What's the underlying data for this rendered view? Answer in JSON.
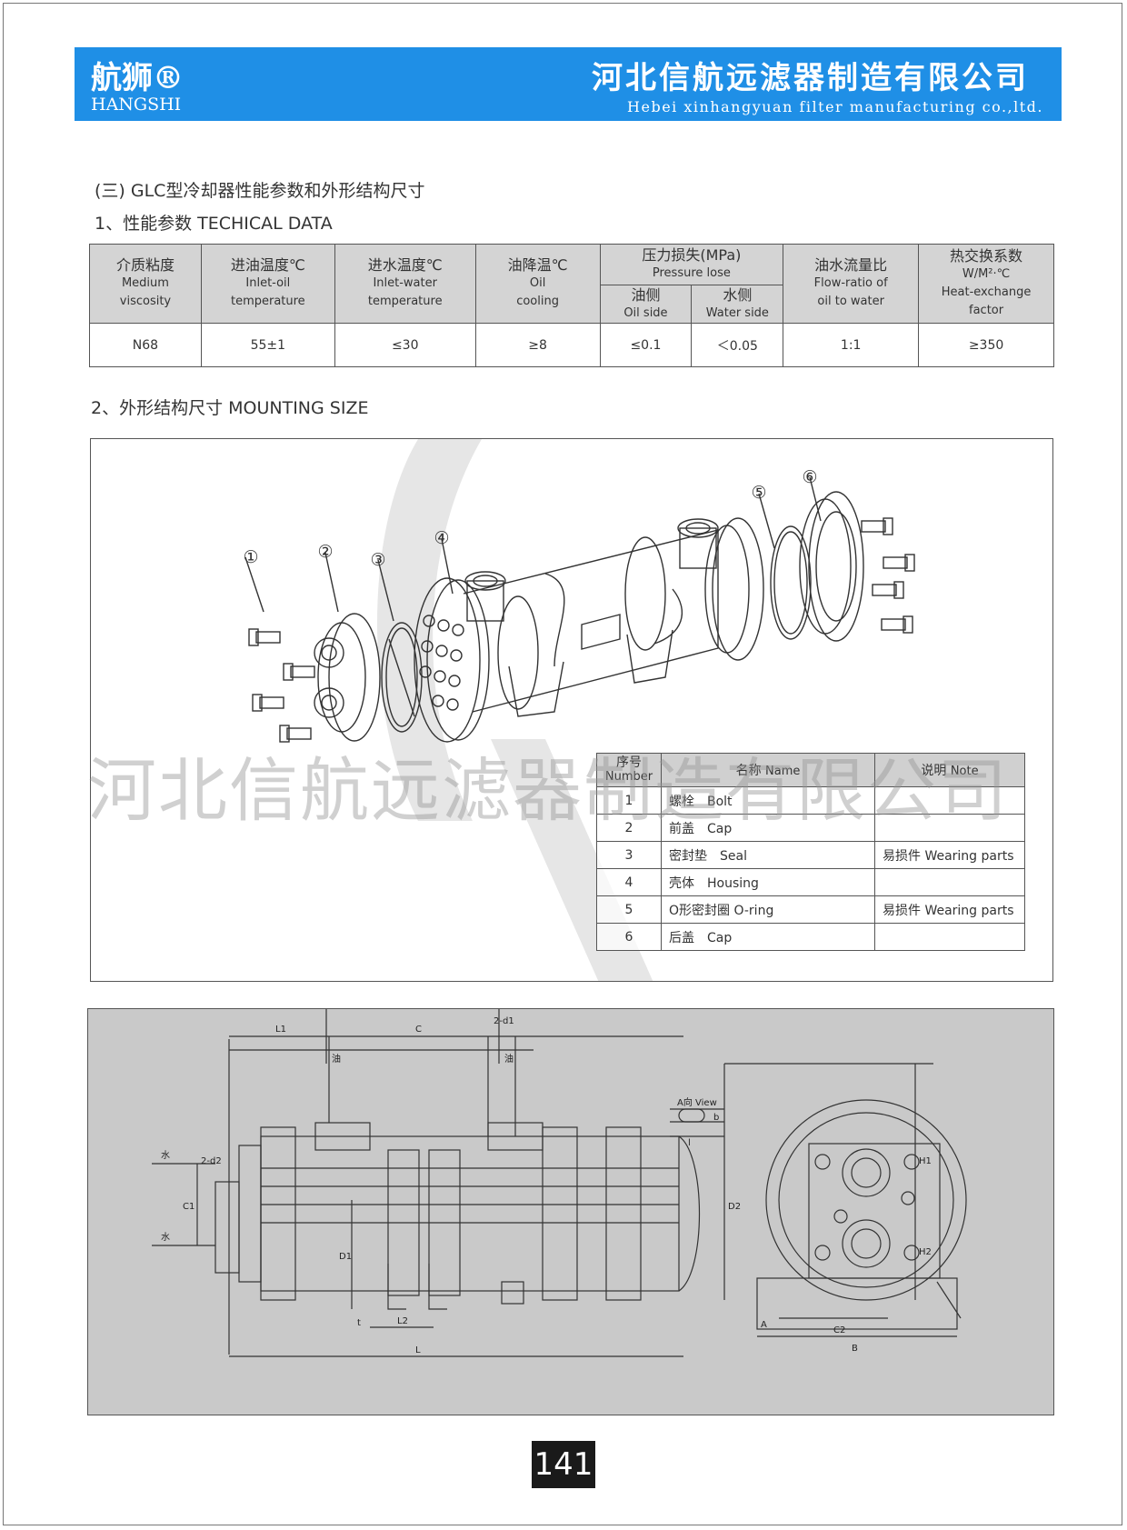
{
  "header": {
    "brand_cn": "航狮®",
    "brand_en": "HANGSHI",
    "company_cn": "河北信航远滤器制造有限公司",
    "company_en": "Hebei xinhangyuan filter manufacturing co.,ltd."
  },
  "section_title": "(三) GLC型冷却器性能参数和外形结构尺寸",
  "perf_heading": "1、性能参数 TECHICAL DATA",
  "perf_table": {
    "col1": {
      "cn": "介质粘度",
      "en1": "Medium",
      "en2": "viscosity"
    },
    "col2": {
      "cn": "进油温度℃",
      "en1": "Inlet-oil",
      "en2": "temperature"
    },
    "col3": {
      "cn": "进水温度℃",
      "en1": "Inlet-water",
      "en2": "temperature"
    },
    "col4": {
      "cn": "油降温℃",
      "en1": "Oil",
      "en2": "cooling"
    },
    "col5": {
      "cn": "压力损失(MPa)",
      "en1": "Pressure lose"
    },
    "col5a": {
      "cn": "油侧",
      "en": "Oil side"
    },
    "col5b": {
      "cn": "水侧",
      "en": "Water side"
    },
    "col6": {
      "cn": "油水流量比",
      "en1": "Flow-ratio of",
      "en2": "oil to water"
    },
    "col7": {
      "cn": "热交换系数",
      "en1": "W/M²·℃",
      "en2": "Heat-exchange",
      "en3": "factor"
    },
    "row": [
      "N68",
      "55±1",
      "≤30",
      "≥8",
      "≤0.1",
      "＜0.05",
      "1:1",
      "≥350"
    ]
  },
  "mount_heading": "2、外形结构尺寸 MOUNTING SIZE",
  "callouts": [
    "①",
    "②",
    "③",
    "④",
    "⑤",
    "⑥"
  ],
  "parts_table": {
    "h_num_cn": "序号",
    "h_num_en": "Number",
    "h_name_cn": "名称",
    "h_name_en": "Name",
    "h_note_cn": "说明",
    "h_note_en": "Note",
    "rows": [
      {
        "num": "1",
        "name": "螺栓　Bolt",
        "note": ""
      },
      {
        "num": "2",
        "name": "前盖　Cap",
        "note": ""
      },
      {
        "num": "3",
        "name": "密封垫　Seal",
        "note": "易损件 Wearing parts"
      },
      {
        "num": "4",
        "name": "壳体　Housing",
        "note": ""
      },
      {
        "num": "5",
        "name": "O形密封圈 O-ring",
        "note": "易损件 Wearing parts"
      },
      {
        "num": "6",
        "name": "后盖　Cap",
        "note": ""
      }
    ]
  },
  "watermark": "河北信航远滤器制造有限公司",
  "dims": {
    "oil": "油",
    "water": "水",
    "L1": "L1",
    "C": "C",
    "d1": "2-d1",
    "d2": "2-d2",
    "C1": "C1",
    "D1": "D1",
    "L2": "L2",
    "L": "L",
    "t": "t",
    "view": "A向 View",
    "b": "b",
    "l": "l",
    "D2": "D2",
    "H1": "H1",
    "H2": "H2",
    "A": "A",
    "C2": "C2",
    "B": "B"
  },
  "page_number": "141"
}
